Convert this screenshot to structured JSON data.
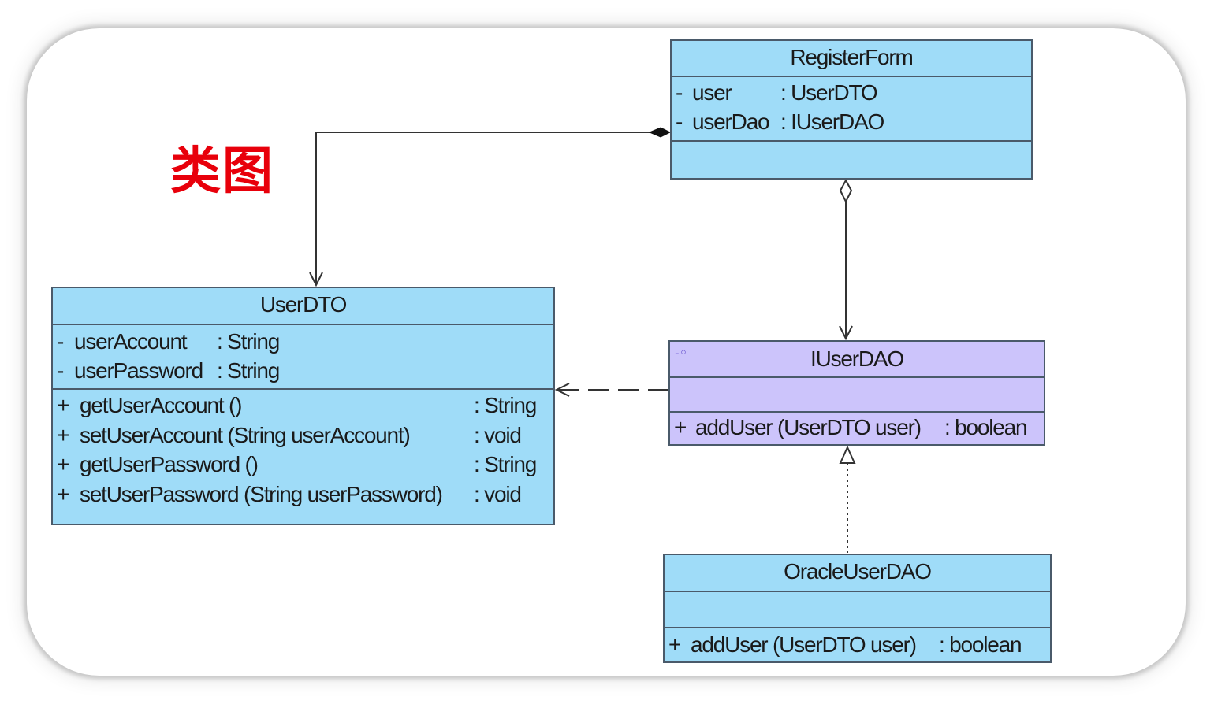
{
  "title": "类图",
  "classes": {
    "register_form": {
      "name": "RegisterForm",
      "attributes": [
        {
          "vis": "-",
          "name": "user",
          "type": ": UserDTO"
        },
        {
          "vis": "-",
          "name": "userDao",
          "type": ": IUserDAO"
        }
      ]
    },
    "user_dto": {
      "name": "UserDTO",
      "attributes": [
        {
          "vis": "-",
          "name": "userAccount",
          "type": ": String"
        },
        {
          "vis": "-",
          "name": "userPassword",
          "type": ": String"
        }
      ],
      "methods": [
        {
          "vis": "+",
          "sig": "getUserAccount ()",
          "ret": ": String"
        },
        {
          "vis": "+",
          "sig": "setUserAccount (String userAccount)",
          "ret": ": void"
        },
        {
          "vis": "+",
          "sig": "getUserPassword ()",
          "ret": ": String"
        },
        {
          "vis": "+",
          "sig": "setUserPassword (String userPassword)",
          "ret": ": void"
        }
      ]
    },
    "iuser_dao": {
      "name": "IUserDAO",
      "stereotype_icon": "interface-icon",
      "methods": [
        {
          "vis": "+",
          "sig": "addUser (UserDTO user)",
          "ret": ": boolean"
        }
      ]
    },
    "oracle_user_dao": {
      "name": "OracleUserDAO",
      "methods": [
        {
          "vis": "+",
          "sig": "addUser (UserDTO user)",
          "ret": ": boolean"
        }
      ]
    }
  },
  "relationships": [
    {
      "from": "RegisterForm",
      "to": "UserDTO",
      "kind": "composition"
    },
    {
      "from": "RegisterForm",
      "to": "IUserDAO",
      "kind": "aggregation"
    },
    {
      "from": "IUserDAO",
      "to": "UserDTO",
      "kind": "dependency"
    },
    {
      "from": "OracleUserDAO",
      "to": "IUserDAO",
      "kind": "realization"
    }
  ],
  "colors": {
    "class_fill": "#9fdcf8",
    "interface_fill": "#ccc4fb",
    "title": "#e8000b",
    "border": "#4a5a6a"
  }
}
